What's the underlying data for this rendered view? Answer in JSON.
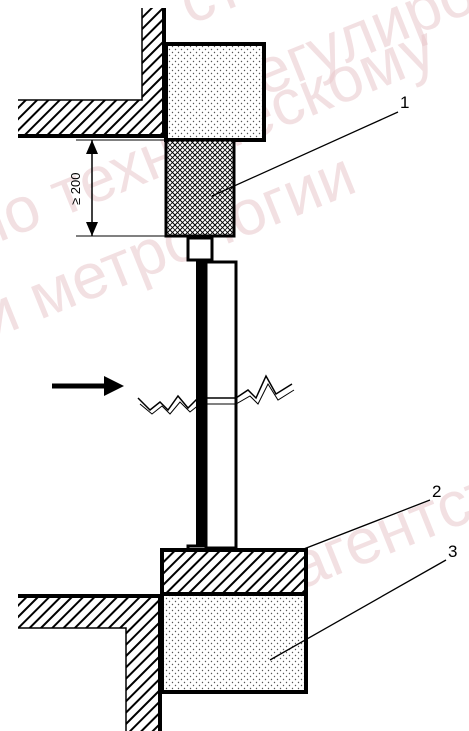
{
  "labels": {
    "callout_1": "1",
    "callout_2": "2",
    "callout_3": "3",
    "dimension": "≥ 200"
  },
  "watermark": {
    "line_1": "стандартизации",
    "line_2": "регулирования",
    "line_3": "по техническому",
    "line_4": "и метрологии",
    "line_5": "агентство"
  },
  "colors": {
    "ink": "#000000",
    "paper": "#ffffff",
    "watermark": "#e9c8cc"
  }
}
